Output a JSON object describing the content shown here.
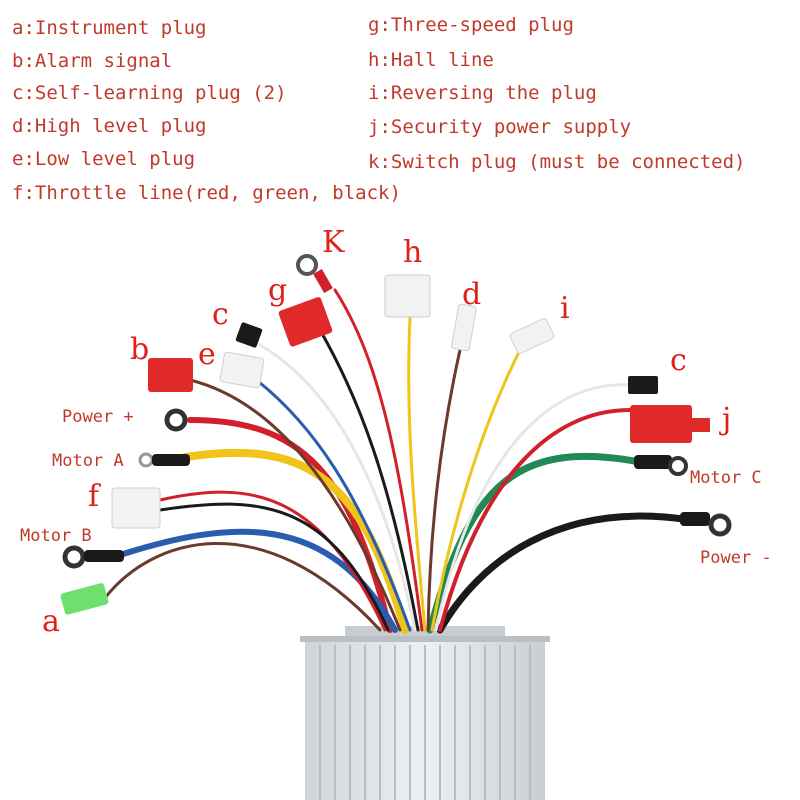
{
  "legend": {
    "a": "a:Instrument plug",
    "b": "b:Alarm signal",
    "c": "c:Self-learning plug (2)",
    "d": "d:High level plug",
    "e": "e:Low level plug",
    "f": "f:Throttle line(red, green, black)",
    "g": "g:Three-speed plug",
    "h": "h:Hall line",
    "i": "i:Reversing the plug",
    "j": "j:Security power supply",
    "k": "k:Switch plug (must be connected)"
  },
  "callouts": {
    "K": "K",
    "h": "h",
    "g": "g",
    "d": "d",
    "c_left": "c",
    "i": "i",
    "b": "b",
    "e": "e",
    "c_right": "c",
    "j": "j",
    "f": "f",
    "a": "a",
    "power_plus": "Power +",
    "motor_a": "Motor A",
    "motor_b": "Motor B",
    "motor_c": "Motor C",
    "power_minus": "Power -"
  },
  "colors": {
    "label_red": "#e0201b",
    "legend_red": "#c0392b",
    "wire_red": "#d1202b",
    "wire_yellow": "#f0c419",
    "wire_blue": "#2a5db0",
    "wire_green": "#1f8a55",
    "wire_black": "#1a1a1a",
    "wire_brown": "#6b3a2a",
    "wire_white": "#e6e6e6",
    "housing": "#dfe3e6",
    "connector_red": "#e02a2a",
    "connector_white": "#f2f2f2",
    "connector_green": "#6ee06e"
  }
}
